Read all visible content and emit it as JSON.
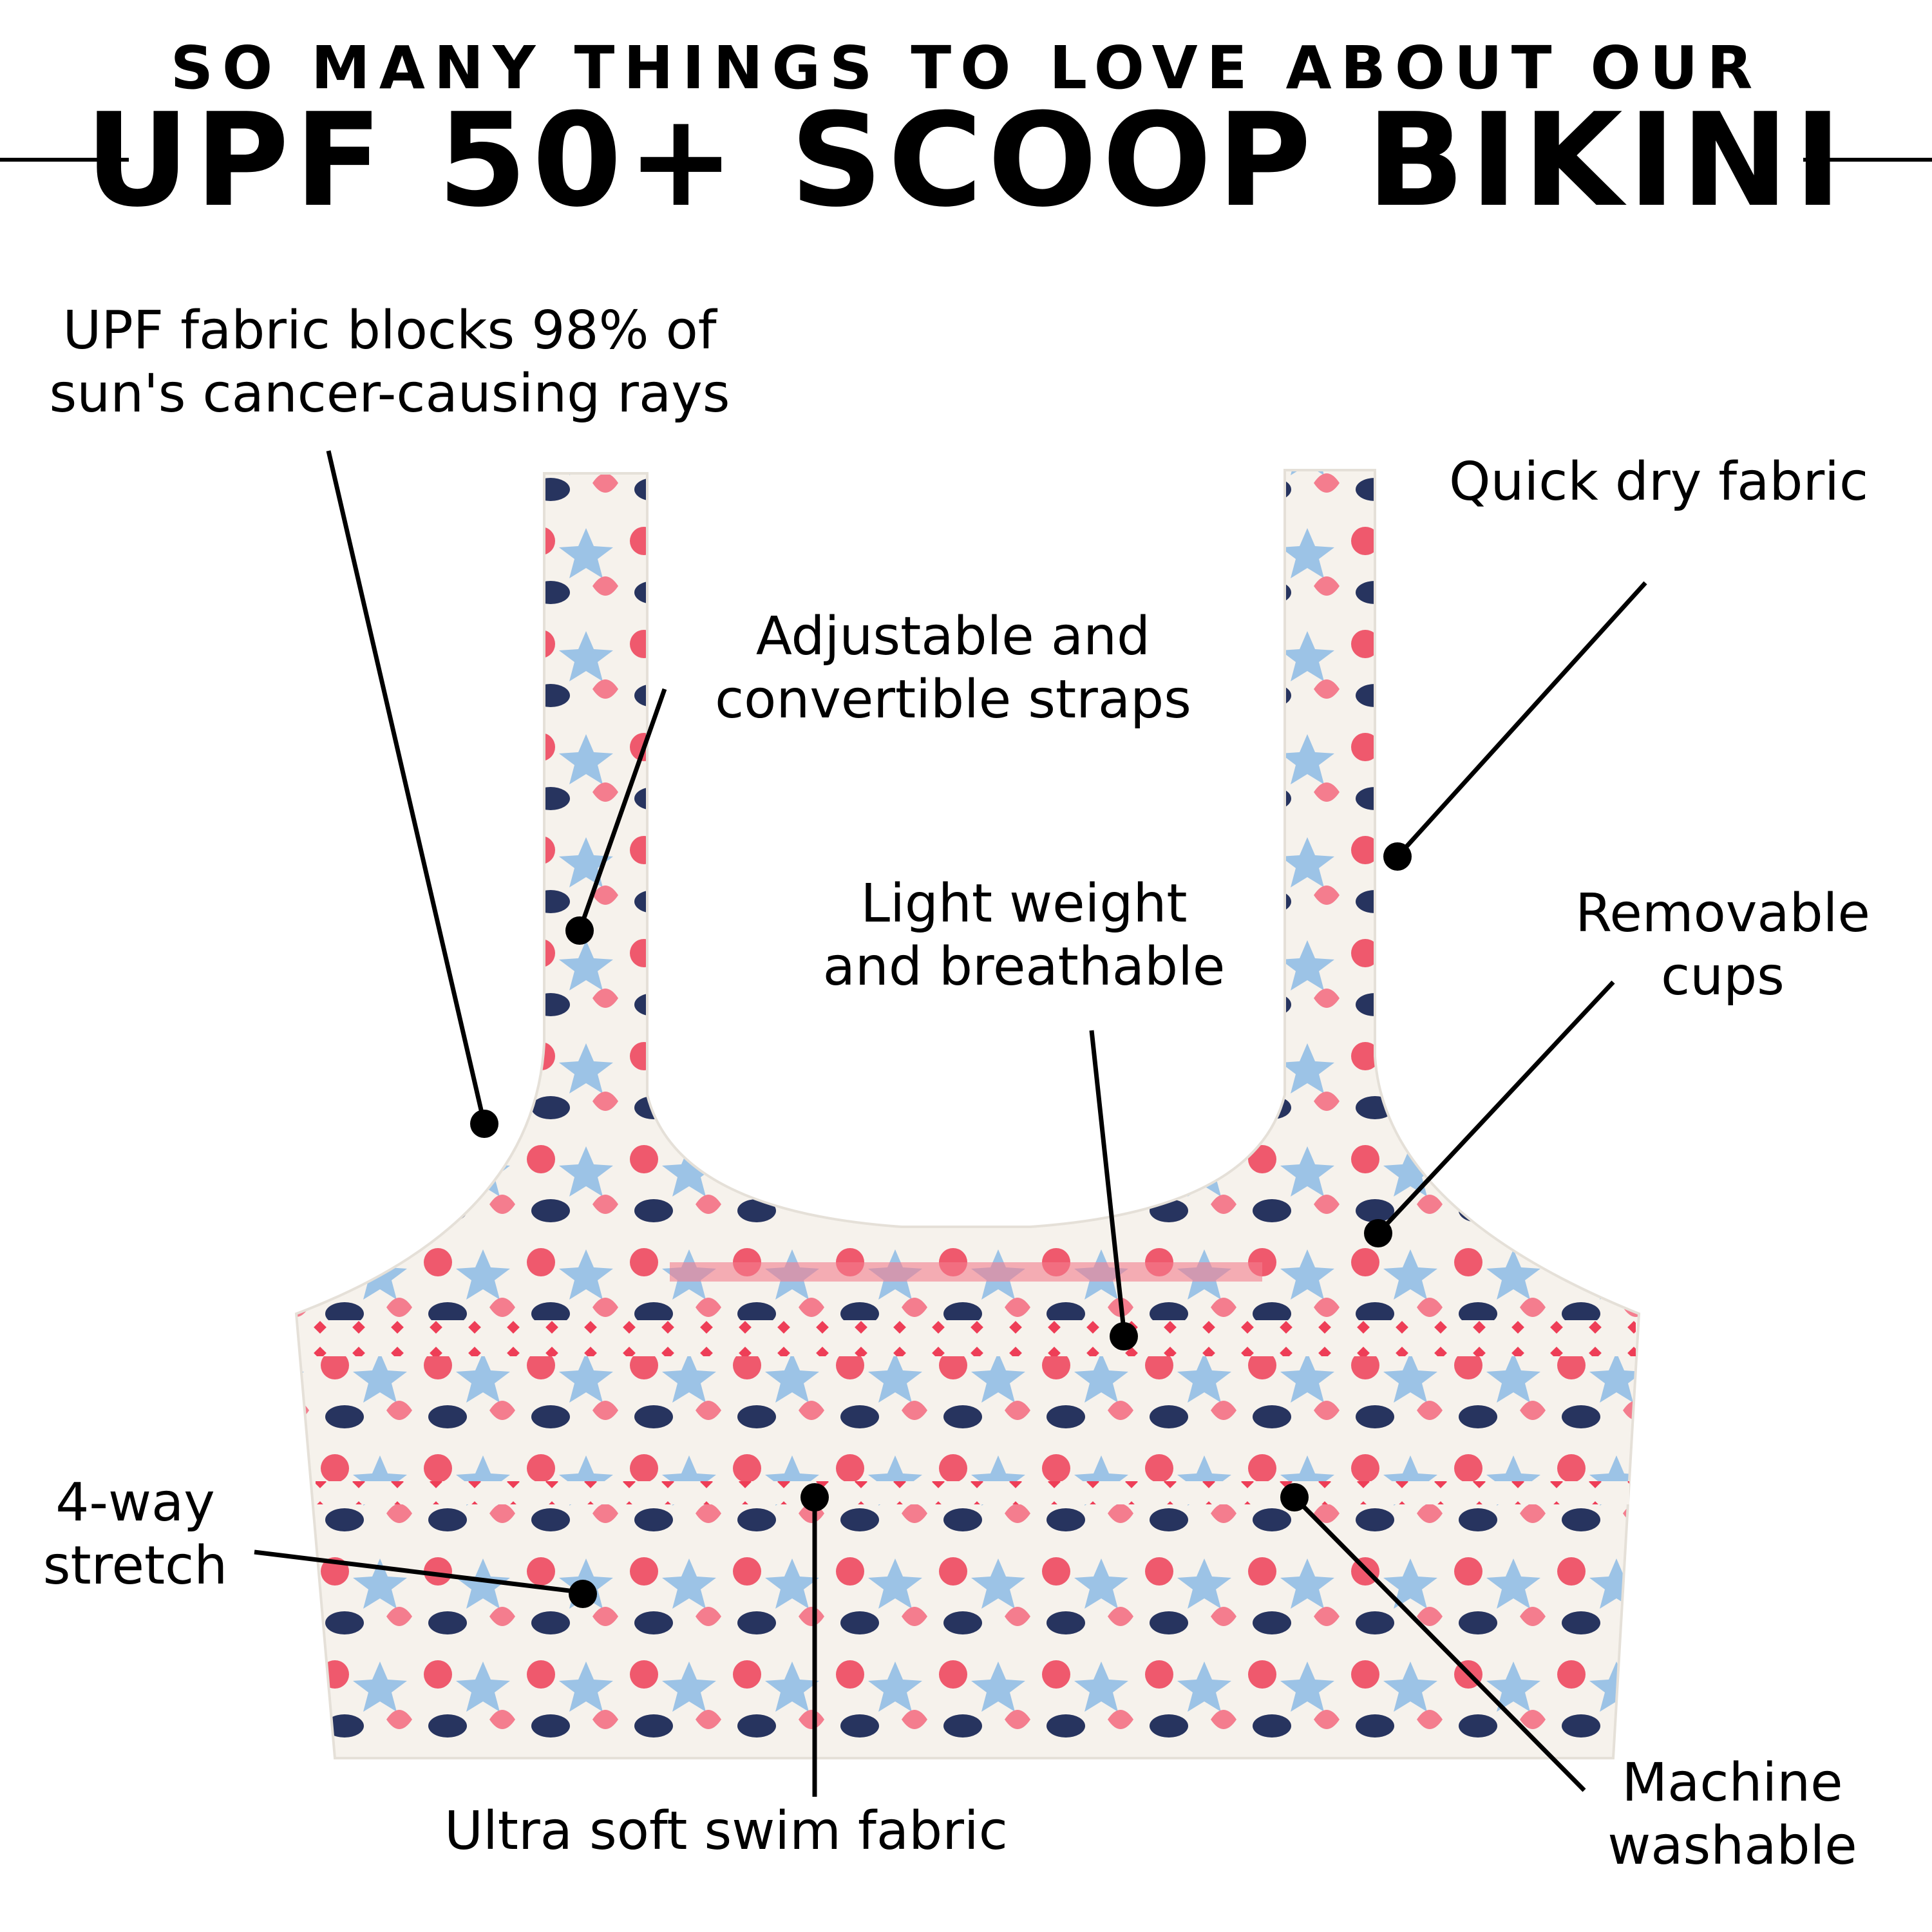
{
  "header": {
    "eyebrow": "SO MANY THINGS TO LOVE ABOUT OUR",
    "title": "UPF 50+ SCOOP BIKINI"
  },
  "callouts": {
    "upf": {
      "line1": "UPF fabric blocks 98% of",
      "line2": "sun's cancer-causing rays"
    },
    "quick_dry": {
      "line1": "Quick dry fabric"
    },
    "straps": {
      "line1": "Adjustable and",
      "line2": "convertible straps"
    },
    "light": {
      "line1": "Light weight",
      "line2": "and breathable"
    },
    "cups": {
      "line1": "Removable",
      "line2": "cups"
    },
    "stretch": {
      "line1": "4-way",
      "line2": "stretch"
    },
    "soft": {
      "line1": "Ultra soft swim fabric"
    },
    "washable": {
      "line1": "Machine",
      "line2": "washable"
    }
  },
  "colors": {
    "text": "#000000",
    "fabric_base": "#f6f2ec",
    "navy": "#27345f",
    "coral": "#ee3e57",
    "sky": "#9cc3e6",
    "pink": "#f47d8e"
  }
}
